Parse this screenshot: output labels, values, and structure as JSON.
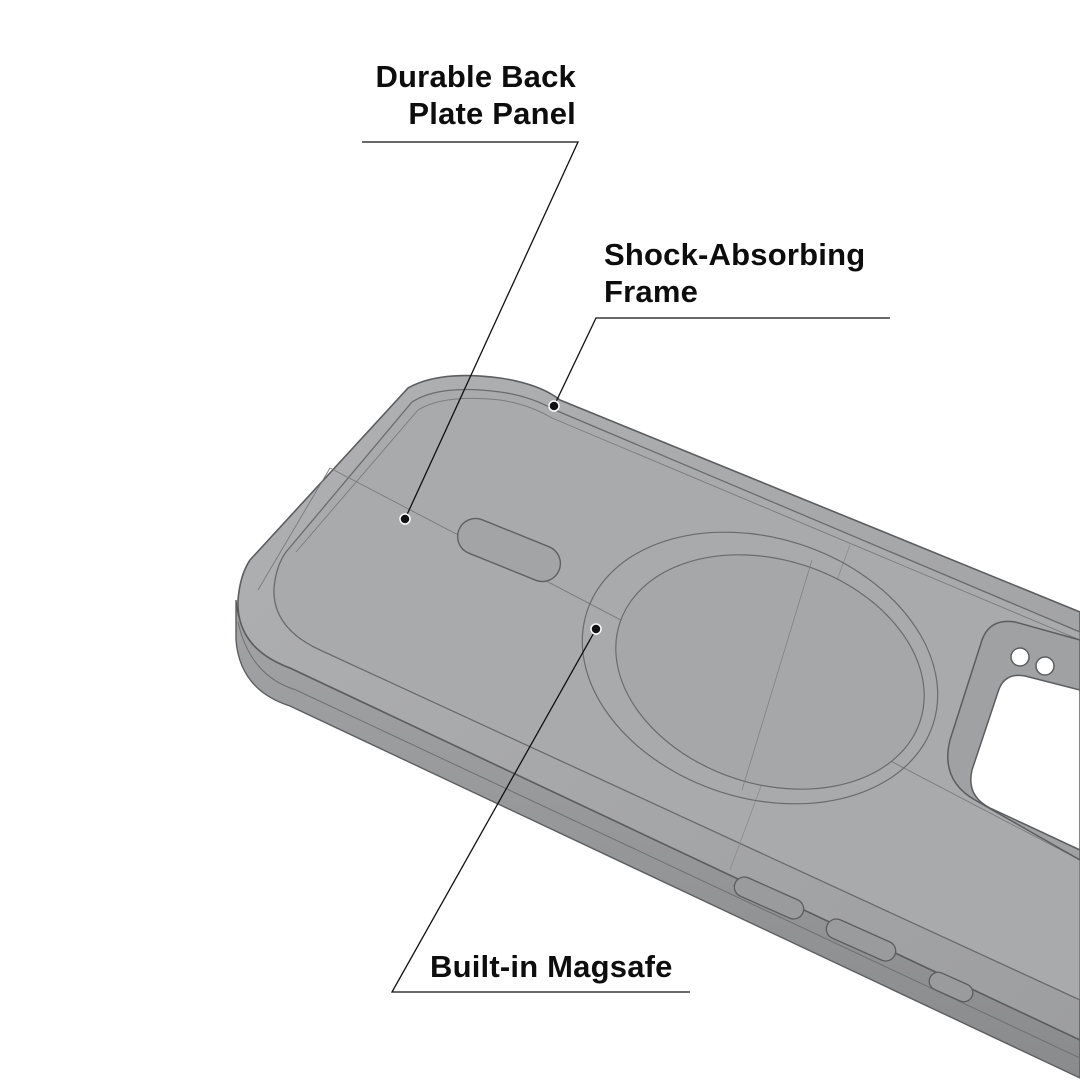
{
  "callouts": {
    "back_plate": {
      "line1": "Durable Back",
      "line2": "Plate Panel"
    },
    "frame": {
      "line1": "Shock-Absorbing",
      "line2": "Frame"
    },
    "magsafe": {
      "line1": "Built-in Magsafe"
    }
  },
  "colors": {
    "background": "#ffffff",
    "case_face": "#a7a8aa",
    "case_side": "#939496",
    "outline": "#5c5d5f",
    "leader": "#111111"
  }
}
